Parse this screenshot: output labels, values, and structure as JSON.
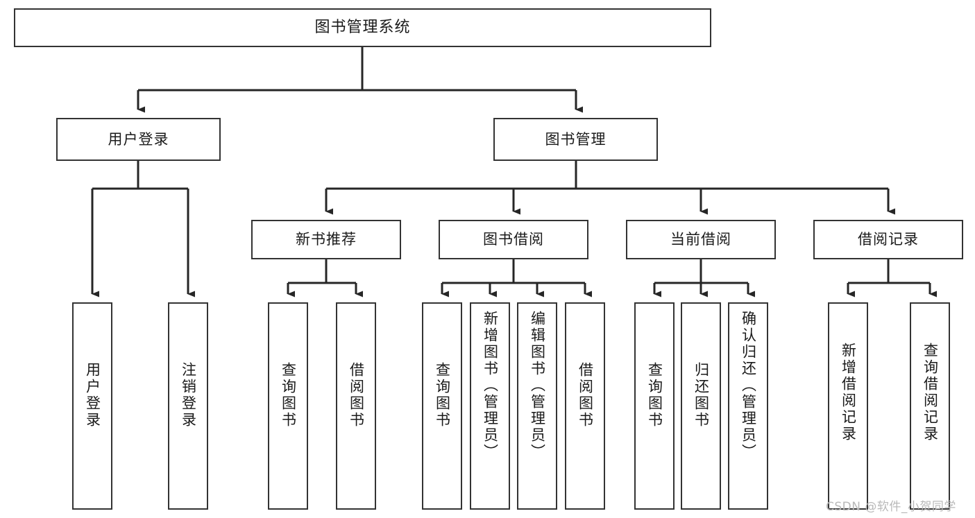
{
  "diagram": {
    "type": "tree-hierarchy",
    "title": "图书管理系统",
    "root": {
      "label": "图书管理系统"
    },
    "level1": [
      {
        "label": "用户登录"
      },
      {
        "label": "图书管理"
      }
    ],
    "level2": [
      {
        "label": "新书推荐"
      },
      {
        "label": "图书借阅"
      },
      {
        "label": "当前借阅"
      },
      {
        "label": "借阅记录"
      }
    ],
    "leaves": {
      "user_login": [
        {
          "label": "用户登录"
        },
        {
          "label": "注销登录"
        }
      ],
      "new_book_recommend": [
        {
          "label": "查询图书"
        },
        {
          "label": "借阅图书"
        }
      ],
      "book_borrow": [
        {
          "label": "查询图书"
        },
        {
          "label": "新增图书（管理员）"
        },
        {
          "label": "编辑图书（管理员）"
        },
        {
          "label": "借阅图书"
        }
      ],
      "current_borrow": [
        {
          "label": "查询图书"
        },
        {
          "label": "归还图书"
        },
        {
          "label": "确认归还（管理员）"
        }
      ],
      "borrow_record": [
        {
          "label": "新增借阅记录"
        },
        {
          "label": "查询借阅记录"
        }
      ]
    }
  },
  "watermark": {
    "text": "CSDN @软件_小贺同学"
  },
  "colors": {
    "box_border": "#333333",
    "box_fill": "#ffffff",
    "text": "#1a1a1a",
    "connector": "#262626",
    "watermark": "#b9b9b9",
    "background": "#ffffff"
  }
}
